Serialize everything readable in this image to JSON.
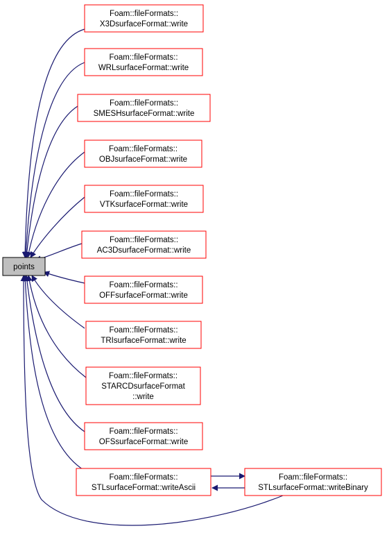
{
  "root": {
    "label": "points",
    "fill": "#bfbfbf",
    "border": "#000000"
  },
  "style": {
    "node_border": "#ff0000",
    "edge_color": "#191970"
  },
  "callers": [
    {
      "id": "x3d",
      "lines": [
        "Foam::fileFormats::",
        "X3DsurfaceFormat::write"
      ]
    },
    {
      "id": "wrl",
      "lines": [
        "Foam::fileFormats::",
        "WRLsurfaceFormat::write"
      ]
    },
    {
      "id": "smesh",
      "lines": [
        "Foam::fileFormats::",
        "SMESHsurfaceFormat::write"
      ]
    },
    {
      "id": "obj",
      "lines": [
        "Foam::fileFormats::",
        "OBJsurfaceFormat::write"
      ]
    },
    {
      "id": "vtk",
      "lines": [
        "Foam::fileFormats::",
        "VTKsurfaceFormat::write"
      ]
    },
    {
      "id": "ac3d",
      "lines": [
        "Foam::fileFormats::",
        "AC3DsurfaceFormat::write"
      ]
    },
    {
      "id": "off",
      "lines": [
        "Foam::fileFormats::",
        "OFFsurfaceFormat::write"
      ]
    },
    {
      "id": "tri",
      "lines": [
        "Foam::fileFormats::",
        "TRIsurfaceFormat::write"
      ]
    },
    {
      "id": "starcd",
      "lines": [
        "Foam::fileFormats::",
        "STARCDsurfaceFormat",
        "::write"
      ]
    },
    {
      "id": "ofs",
      "lines": [
        "Foam::fileFormats::",
        "OFSsurfaceFormat::write"
      ]
    },
    {
      "id": "stlascii",
      "lines": [
        "Foam::fileFormats::",
        "STLsurfaceFormat::writeAscii"
      ]
    },
    {
      "id": "stlbinary",
      "lines": [
        "Foam::fileFormats::",
        "STLsurfaceFormat::writeBinary"
      ]
    }
  ]
}
